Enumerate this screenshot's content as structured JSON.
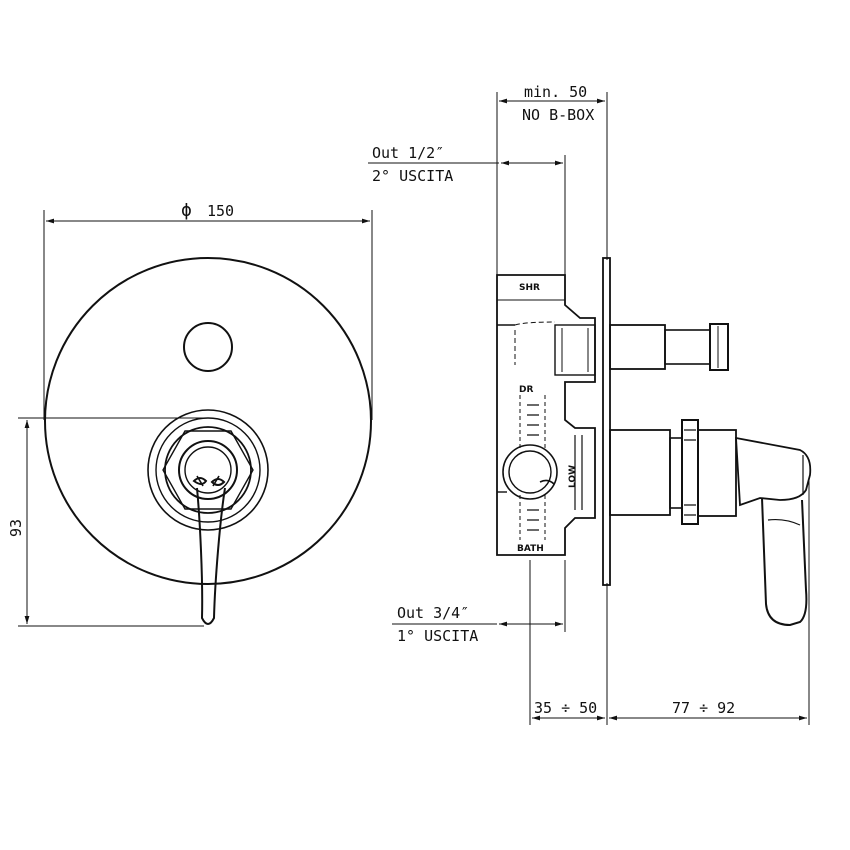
{
  "front_view": {
    "diameter_symbol": "ϕ",
    "diameter_value": "150",
    "height_value": "93"
  },
  "side_view": {
    "min_depth_label": "min. 50",
    "no_box_label": "NO B-BOX",
    "out_half_label": "Out 1/2″",
    "out_half_sub": "2° USCITA",
    "out_three_quarter_label": "Out 3/4″",
    "out_three_quarter_sub": "1° USCITA",
    "range_left": "35 ÷ 50",
    "range_right": "77 ÷ 92",
    "tag_shr": "SHR",
    "tag_dr": "DR",
    "tag_low": "LOW",
    "tag_bath": "BATH"
  },
  "colors": {
    "line": "#111111",
    "background": "#ffffff"
  }
}
